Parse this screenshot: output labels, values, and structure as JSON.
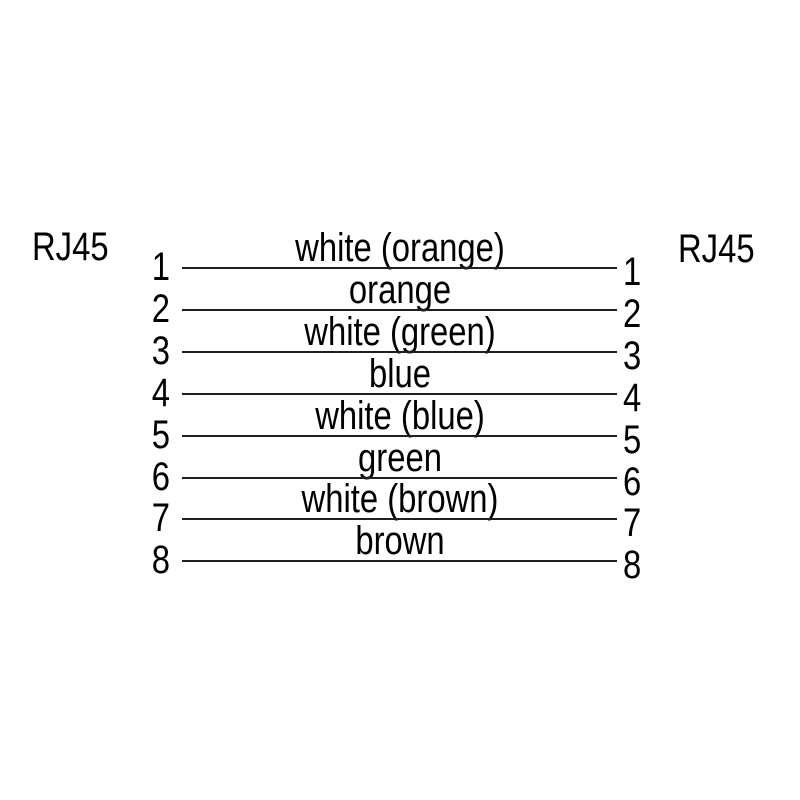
{
  "diagram": {
    "title_semantic": "RJ45 straight-through cable pinout",
    "left_connector": {
      "label": "RJ45"
    },
    "right_connector": {
      "label": "RJ45"
    },
    "wires": [
      {
        "pin_left": "1",
        "pin_right": "1",
        "label": "white (orange)"
      },
      {
        "pin_left": "2",
        "pin_right": "2",
        "label": "orange"
      },
      {
        "pin_left": "3",
        "pin_right": "3",
        "label": "white (green)"
      },
      {
        "pin_left": "4",
        "pin_right": "4",
        "label": "blue"
      },
      {
        "pin_left": "5",
        "pin_right": "5",
        "label": "white (blue)"
      },
      {
        "pin_left": "6",
        "pin_right": "6",
        "label": "green"
      },
      {
        "pin_left": "7",
        "pin_right": "7",
        "label": "white (brown)"
      },
      {
        "pin_left": "8",
        "pin_right": "8",
        "label": "brown"
      }
    ]
  },
  "colors": {
    "background": "#ffffff",
    "text": "#000000",
    "line": "#1f1f1f"
  }
}
